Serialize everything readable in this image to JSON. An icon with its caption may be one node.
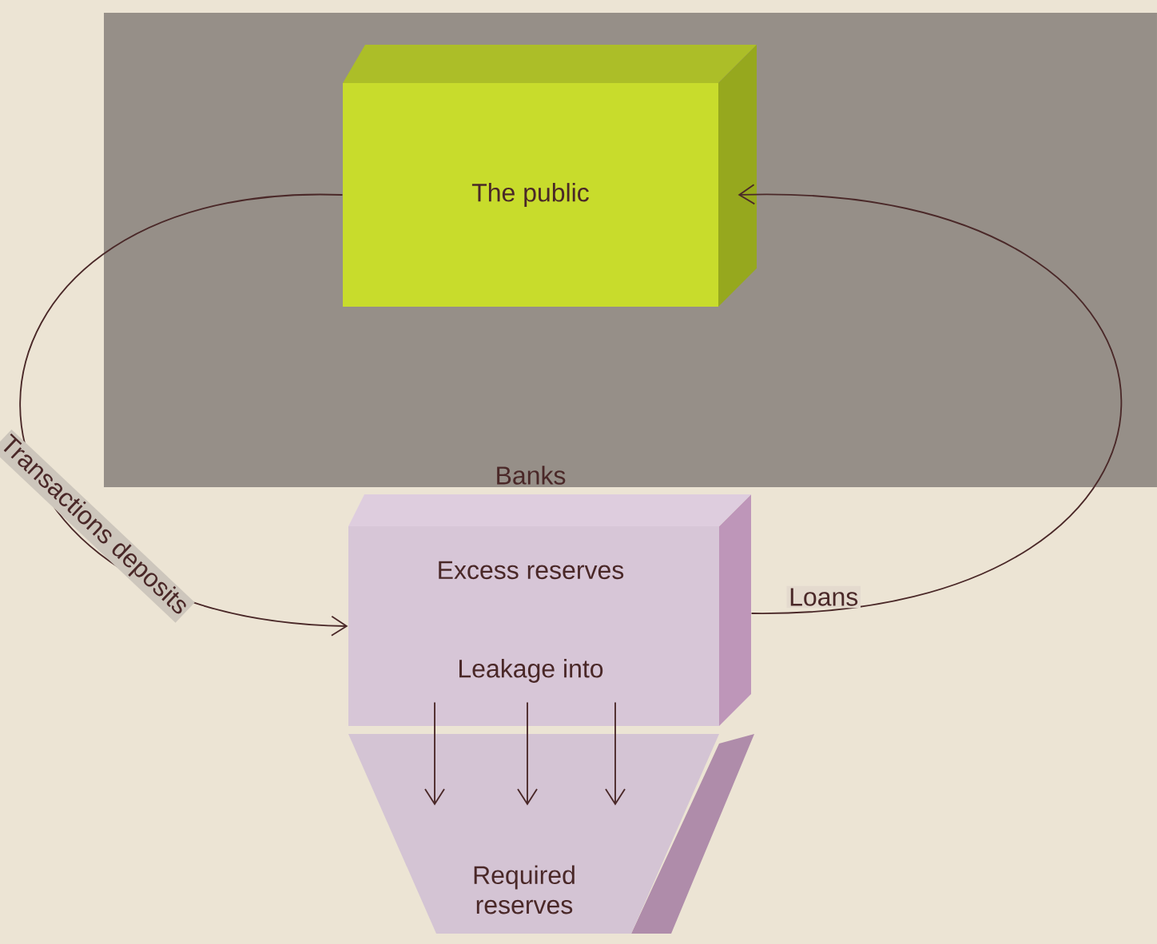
{
  "diagram": {
    "nodes": [
      {
        "text": [
          "The public"
        ]
      },
      {
        "text": [
          "Banks",
          "Excess reserves",
          "Leakage into"
        ]
      },
      {
        "text": [
          "Required reserves"
        ]
      }
    ],
    "edges": [
      {
        "from": 0,
        "to": 1,
        "arrow": "to",
        "label": "Transactions deposits"
      },
      {
        "from": 1,
        "to": 0,
        "arrow": "to",
        "label": "Loans"
      },
      {
        "from": 1,
        "to": 2,
        "arrow": "to"
      },
      {
        "from": 1,
        "to": 2,
        "arrow": "to"
      },
      {
        "from": 1,
        "to": 2,
        "arrow": "to"
      }
    ]
  }
}
